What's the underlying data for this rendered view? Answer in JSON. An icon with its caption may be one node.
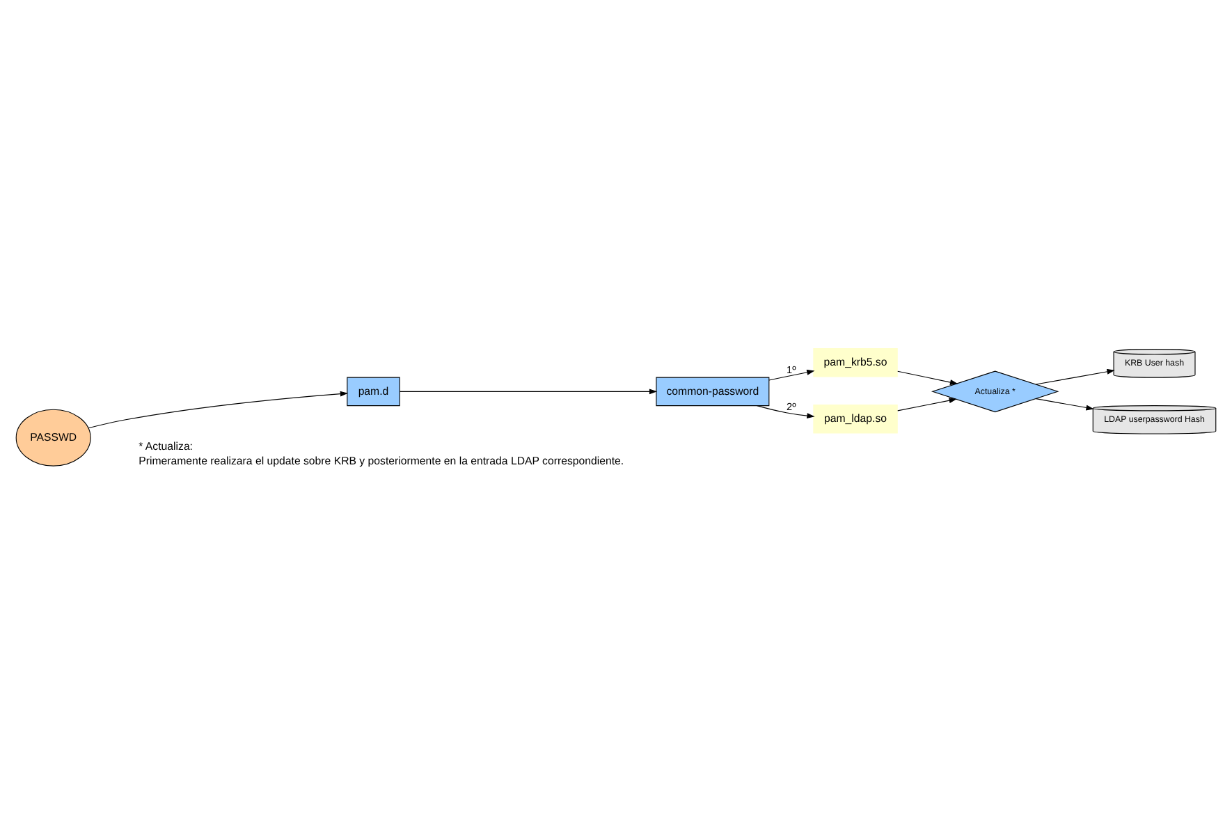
{
  "diagram": {
    "nodes": [
      {
        "text": [
          "PASSWD"
        ]
      },
      {
        "text": [
          "pam.d"
        ]
      },
      {
        "text": [
          "common-password"
        ]
      },
      {
        "text": [
          "pam_krb5.so"
        ]
      },
      {
        "text": [
          "pam_ldap.so"
        ]
      },
      {
        "text": [
          "Actualiza *"
        ]
      },
      {
        "text": [
          "KRB User hash"
        ]
      },
      {
        "text": [
          "LDAP userpassword Hash"
        ]
      }
    ],
    "edges": [
      {
        "from": 0,
        "to": 1,
        "arrow": "to"
      },
      {
        "from": 1,
        "to": 2,
        "arrow": "to"
      },
      {
        "from": 2,
        "to": 3,
        "arrow": "to",
        "label": "1º"
      },
      {
        "from": 2,
        "to": 4,
        "arrow": "to",
        "label": "2º"
      },
      {
        "from": 3,
        "to": 5,
        "arrow": "to"
      },
      {
        "from": 4,
        "to": 5,
        "arrow": "to"
      },
      {
        "from": 5,
        "to": 6,
        "arrow": "to"
      },
      {
        "from": 5,
        "to": 7,
        "arrow": "to"
      }
    ],
    "labels": [
      "* Actualiza:",
      "Primeramente realizara el update sobre KRB y posteriormente en la entrada LDAP correspondiente."
    ]
  }
}
